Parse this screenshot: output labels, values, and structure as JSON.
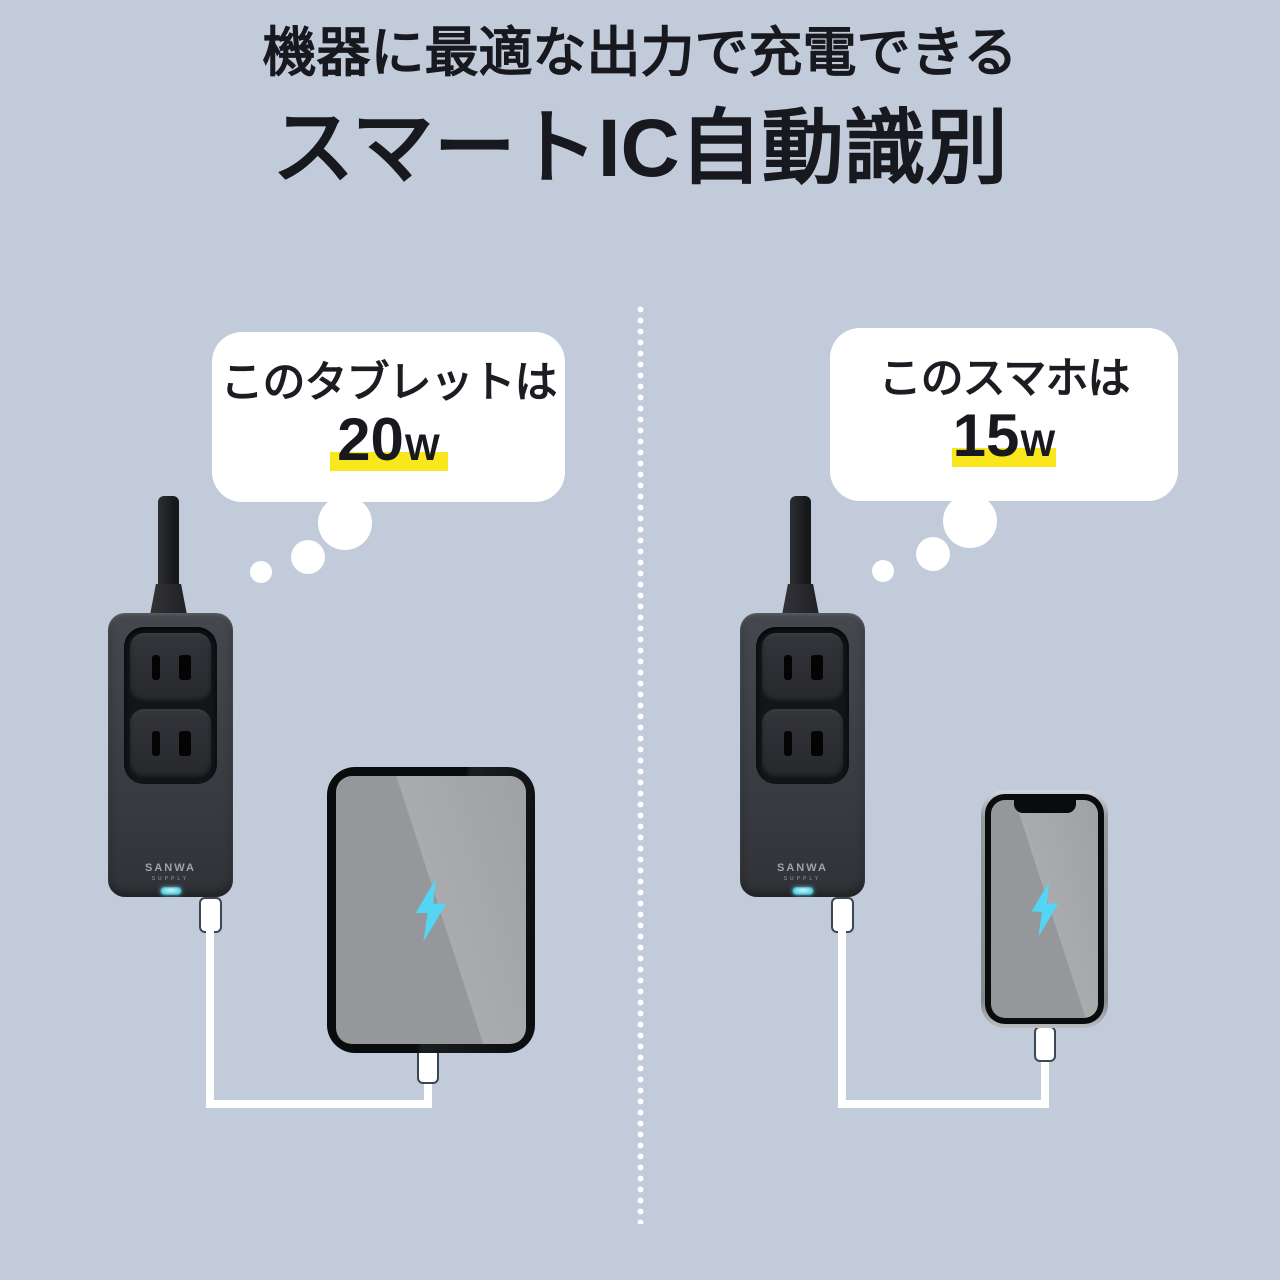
{
  "title": {
    "subtitle": "機器に最適な出力で充電できる",
    "main": "スマートIC自動識別"
  },
  "brand": {
    "name": "SANWA",
    "sub": "SUPPLY"
  },
  "left": {
    "bubble_text": "このタブレットは",
    "watt": "20",
    "unit": "W",
    "device": "tablet"
  },
  "right": {
    "bubble_text": "このスマホは",
    "watt": "15",
    "unit": "W",
    "device": "smartphone"
  },
  "icons": {
    "charging": "lightning-bolt-icon",
    "led": "power-led-indicator",
    "divider": "dotted-line"
  },
  "colors": {
    "background": "#c2cbd9",
    "title_text": "#17191f",
    "highlight_yellow": "#f8e71c",
    "bolt_cyan": "#53d5f3",
    "led_cyan": "#6fdbe9",
    "bubble_white": "#ffffff"
  }
}
